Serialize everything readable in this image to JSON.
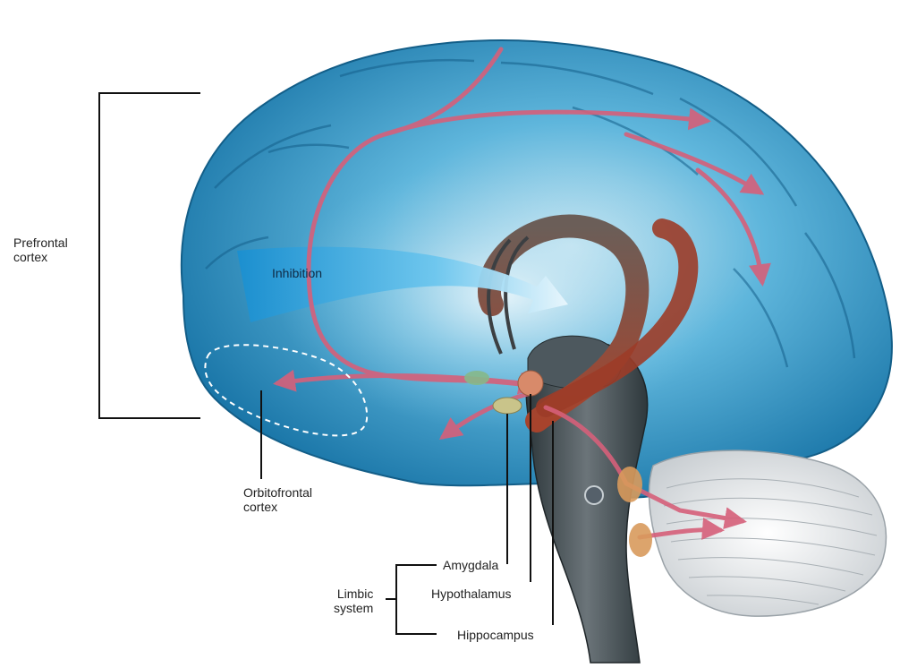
{
  "labels": {
    "prefrontal": "Prefrontal\ncortex",
    "orbitofrontal": "Orbitofrontal\ncortex",
    "inhibition": "Inhibition",
    "limbic": "Limbic\nsystem",
    "amygdala": "Amygdala",
    "hypothalamus": "Hypothalamus",
    "hippocampus": "Hippocampus"
  },
  "colors": {
    "cortex": "#1f86b8",
    "cortex_light": "#8ed0ea",
    "pathway": "#d6607a",
    "hippocampus": "#8a3a2a",
    "brainstem": "#3a4448",
    "cerebellum": "#e6e8ea",
    "nodule": "#d89a5c",
    "bracket": "#111111"
  }
}
